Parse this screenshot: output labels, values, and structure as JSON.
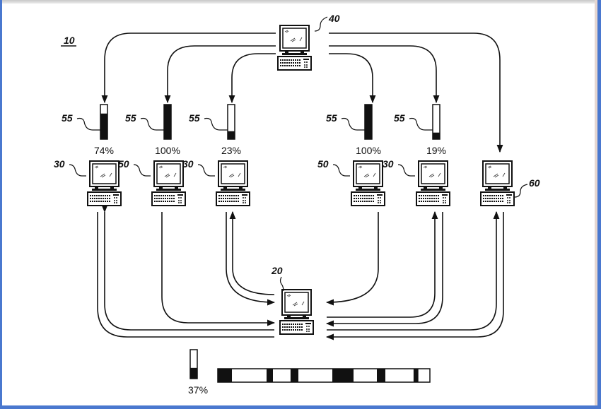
{
  "figure": {
    "label": "10",
    "colors": {
      "ink": "#111111",
      "frame_blue": "#4a78cf",
      "paper": "#ffffff"
    },
    "server": {
      "ref": "40",
      "icon": "computer-icon"
    },
    "central": {
      "ref": "20",
      "icon": "computer-icon"
    },
    "nodes": [
      {
        "ref": "30",
        "indicator_ref": "55",
        "fill_percent": 74,
        "percent_label": "74%"
      },
      {
        "ref": "50",
        "indicator_ref": "55",
        "fill_percent": 100,
        "percent_label": "100%"
      },
      {
        "ref": "30",
        "indicator_ref": "55",
        "fill_percent": 23,
        "percent_label": "23%"
      },
      {
        "ref": "50",
        "indicator_ref": "55",
        "fill_percent": 100,
        "percent_label": "100%"
      },
      {
        "ref": "30",
        "indicator_ref": "55",
        "fill_percent": 19,
        "percent_label": "19%"
      },
      {
        "ref": "60",
        "indicator_ref": null,
        "fill_percent": null,
        "percent_label": null
      }
    ],
    "aggregate": {
      "fill_percent": 37,
      "percent_label": "37%"
    },
    "segment_bar": {
      "segments": [
        {
          "state": "filled",
          "fraction": 0.067
        },
        {
          "state": "empty",
          "fraction": 0.163
        },
        {
          "state": "filled",
          "fraction": 0.03
        },
        {
          "state": "empty",
          "fraction": 0.083
        },
        {
          "state": "filled",
          "fraction": 0.037
        },
        {
          "state": "empty",
          "fraction": 0.16
        },
        {
          "state": "filled",
          "fraction": 0.1
        },
        {
          "state": "empty",
          "fraction": 0.11
        },
        {
          "state": "filled",
          "fraction": 0.04
        },
        {
          "state": "empty",
          "fraction": 0.133
        },
        {
          "state": "filled",
          "fraction": 0.023
        },
        {
          "state": "empty",
          "fraction": 0.054
        }
      ]
    }
  }
}
